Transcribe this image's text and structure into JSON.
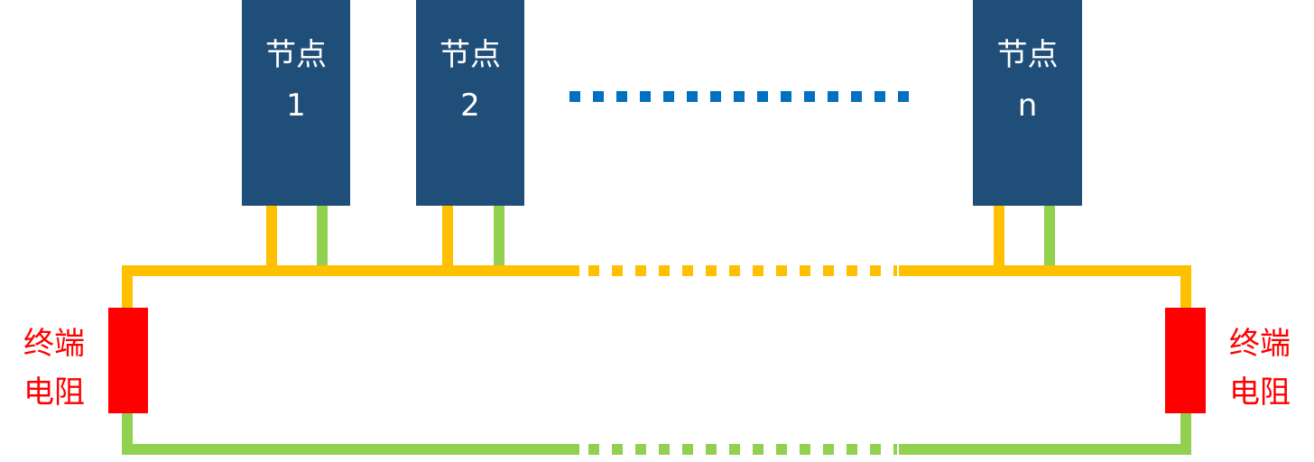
{
  "colors": {
    "node_fill": "#1f4e79",
    "node_text": "#ffffff",
    "can_high": "#ffc000",
    "can_low": "#92d050",
    "resistor": "#ff0000",
    "ellipsis": "#0070c0",
    "label": "#ff0000"
  },
  "nodes": [
    {
      "line1": "节点",
      "line2": "1"
    },
    {
      "line1": "节点",
      "line2": "2"
    },
    {
      "line1": "节点",
      "line2": "n"
    }
  ],
  "terminators": {
    "left": {
      "line1": "终端",
      "line2": "电阻"
    },
    "right": {
      "line1": "终端",
      "line2": "电阻"
    }
  }
}
